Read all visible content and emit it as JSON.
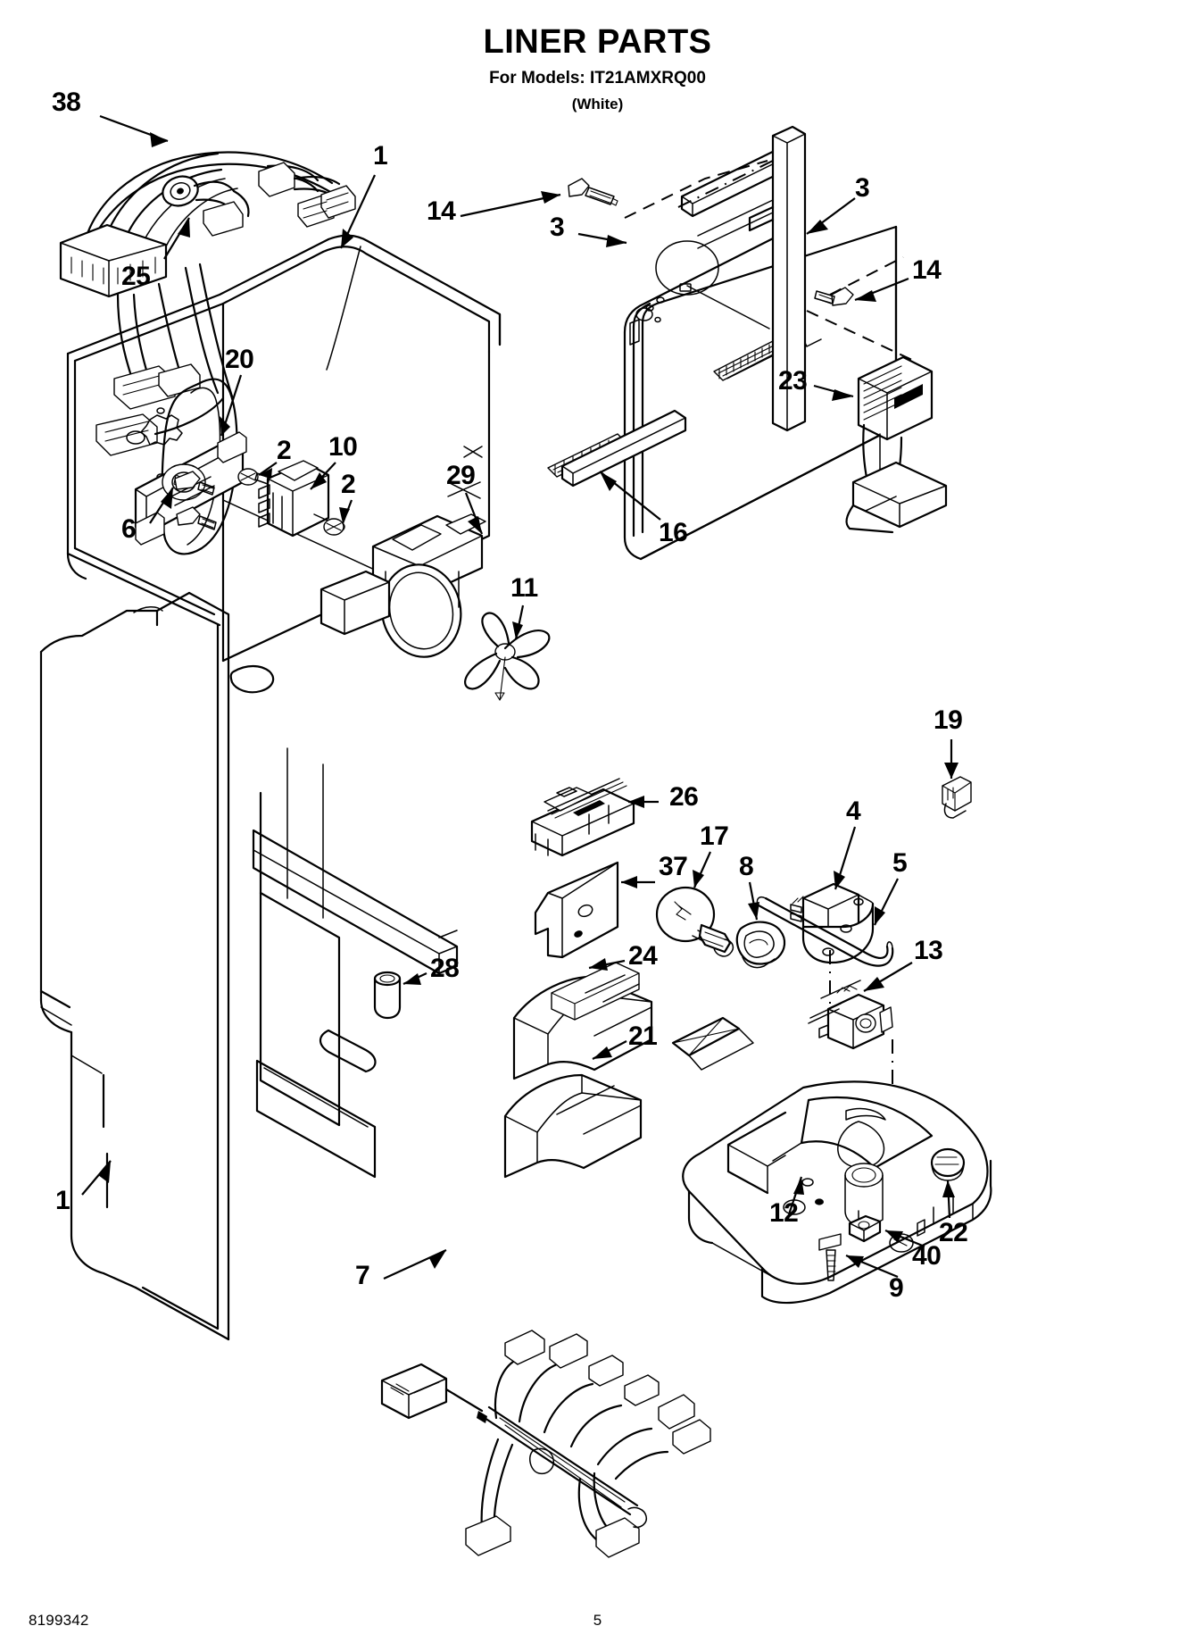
{
  "page": {
    "title": "LINER PARTS",
    "models_label": "For Models:",
    "model_number": "IT21AMXRQ00",
    "color": "(White)",
    "footer_document_number": "8199342",
    "footer_page_number": "5",
    "ink_color": "#000000",
    "background_color": "#ffffff"
  },
  "callouts": [
    {
      "id": "c38",
      "number": "38",
      "part": "wire-harness-upper"
    },
    {
      "id": "c25",
      "number": "25",
      "part": "harness-grommet"
    },
    {
      "id": "c1t",
      "number": "1",
      "part": "liner-cabinet-top"
    },
    {
      "id": "c20",
      "number": "20",
      "part": "damper-control-assembly"
    },
    {
      "id": "c6",
      "number": "6",
      "part": "screw-damper"
    },
    {
      "id": "c2a",
      "number": "2",
      "part": "screw-thermostat-left"
    },
    {
      "id": "c10",
      "number": "10",
      "part": "thermostat-control"
    },
    {
      "id": "c2b",
      "number": "2",
      "part": "screw-thermostat-right"
    },
    {
      "id": "c29",
      "number": "29",
      "part": "evaporator-fan-shroud"
    },
    {
      "id": "c11",
      "number": "11",
      "part": "evaporator-fan-blade"
    },
    {
      "id": "c14a",
      "number": "14",
      "part": "screw-rear-panel-upper"
    },
    {
      "id": "c3a",
      "number": "3",
      "part": "rail-left"
    },
    {
      "id": "c3b",
      "number": "3",
      "part": "rail-right"
    },
    {
      "id": "c14b",
      "number": "14",
      "part": "screw-rear-panel-right"
    },
    {
      "id": "c16",
      "number": "16",
      "part": "rear-liner-panel"
    },
    {
      "id": "c23",
      "number": "23",
      "part": "air-tower-duct"
    },
    {
      "id": "c19",
      "number": "19",
      "part": "clip-retainer"
    },
    {
      "id": "c26",
      "number": "26",
      "part": "light-switch-housing"
    },
    {
      "id": "c37",
      "number": "37",
      "part": "insulation-baffle"
    },
    {
      "id": "c17",
      "number": "17",
      "part": "light-bulb"
    },
    {
      "id": "c8",
      "number": "8",
      "part": "bulb-socket-clip"
    },
    {
      "id": "c4",
      "number": "4",
      "part": "defrost-timer-motor"
    },
    {
      "id": "c5",
      "number": "5",
      "part": "drain-tube"
    },
    {
      "id": "c13",
      "number": "13",
      "part": "defrost-thermostat-switch"
    },
    {
      "id": "c28",
      "number": "28",
      "part": "roller-spacer"
    },
    {
      "id": "c24",
      "number": "24",
      "part": "air-duct-upper"
    },
    {
      "id": "c21",
      "number": "21",
      "part": "air-duct-lower"
    },
    {
      "id": "c12",
      "number": "12",
      "part": "drain-pan-base"
    },
    {
      "id": "c7",
      "number": "7",
      "part": "main-wire-harness"
    },
    {
      "id": "c22",
      "number": "22",
      "part": "plug-button"
    },
    {
      "id": "c40",
      "number": "40",
      "part": "nut-washer"
    },
    {
      "id": "c9",
      "number": "9",
      "part": "screw-drain-pan"
    },
    {
      "id": "c1b",
      "number": "1",
      "part": "liner-cabinet-lower"
    }
  ]
}
